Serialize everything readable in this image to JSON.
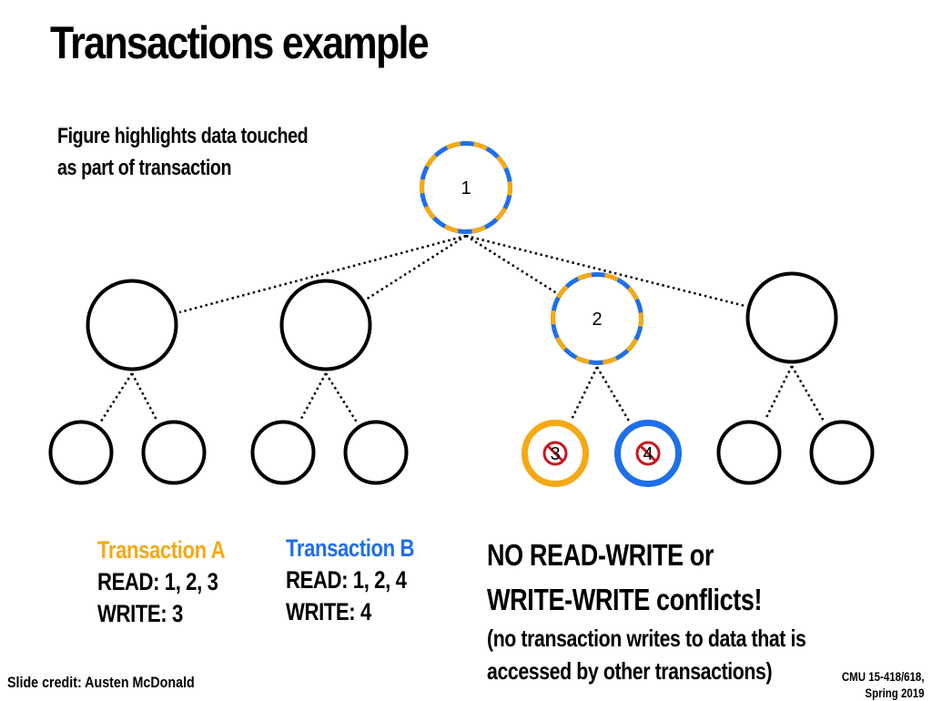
{
  "title": "Transactions example",
  "caption": [
    "Figure highlights data touched",
    "as part of transaction"
  ],
  "colors": {
    "transaction_a": "#F5A916",
    "transaction_b": "#1F6FE8",
    "node_stroke": "#000000",
    "no_entry": "#C8171E"
  },
  "tree": {
    "nodes": [
      {
        "id": "root",
        "label": "1",
        "touched_by": [
          "A",
          "B"
        ]
      },
      {
        "id": "l1-1",
        "label": "",
        "touched_by": []
      },
      {
        "id": "l1-2",
        "label": "",
        "touched_by": []
      },
      {
        "id": "l1-3",
        "label": "2",
        "touched_by": [
          "A",
          "B"
        ]
      },
      {
        "id": "l1-4",
        "label": "",
        "touched_by": []
      },
      {
        "id": "l2-1",
        "label": "",
        "touched_by": []
      },
      {
        "id": "l2-2",
        "label": "",
        "touched_by": []
      },
      {
        "id": "l2-3",
        "label": "",
        "touched_by": []
      },
      {
        "id": "l2-4",
        "label": "",
        "touched_by": []
      },
      {
        "id": "l2-5",
        "label": "3",
        "touched_by": [
          "A"
        ],
        "no_entry": true
      },
      {
        "id": "l2-6",
        "label": "4",
        "touched_by": [
          "B"
        ],
        "no_entry": true
      },
      {
        "id": "l2-7",
        "label": "",
        "touched_by": []
      },
      {
        "id": "l2-8",
        "label": "",
        "touched_by": []
      }
    ],
    "edges": [
      [
        "root",
        "l1-1"
      ],
      [
        "root",
        "l1-2"
      ],
      [
        "root",
        "l1-3"
      ],
      [
        "root",
        "l1-4"
      ],
      [
        "l1-1",
        "l2-1"
      ],
      [
        "l1-1",
        "l2-2"
      ],
      [
        "l1-2",
        "l2-3"
      ],
      [
        "l1-2",
        "l2-4"
      ],
      [
        "l1-3",
        "l2-5"
      ],
      [
        "l1-3",
        "l2-6"
      ],
      [
        "l1-4",
        "l2-7"
      ],
      [
        "l1-4",
        "l2-8"
      ]
    ]
  },
  "transaction_a": {
    "title": "Transaction A",
    "read": "READ: 1, 2, 3",
    "write": "WRITE: 3"
  },
  "transaction_b": {
    "title": "Transaction B",
    "read": "READ: 1, 2, 4",
    "write": "WRITE: 4"
  },
  "note": {
    "line1": "NO READ-WRITE or",
    "line2": "WRITE-WRITE conflicts!",
    "line3": "(no transaction writes to data that is",
    "line4": "accessed by other transactions)"
  },
  "credit": "Slide credit: Austen McDonald",
  "course": [
    "CMU 15-418/618,",
    "Spring 2019"
  ]
}
